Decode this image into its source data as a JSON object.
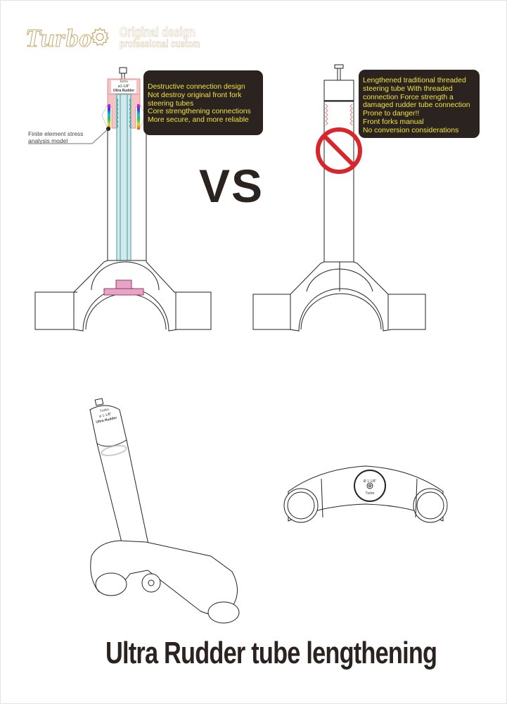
{
  "brand": {
    "logo_text": "Turbo",
    "tagline_line1": "Original design",
    "tagline_line2": "professional custom",
    "accent_color": "#c9a86a"
  },
  "left_diagram": {
    "callout": {
      "lines": [
        "Destructive connection design",
        "Not destroy original front fork",
        "steering tubes",
        "Core strengthening connections",
        "More secure, and more reliable"
      ],
      "background": "#2a2320",
      "text_color": "#f1e23c"
    },
    "annotation": {
      "line1": "Finite element stress",
      "line2": "analysis model"
    },
    "cap_label": {
      "brand": "Turbo",
      "size": "ø1-1/8\"",
      "name": "Ultra Rudder"
    }
  },
  "comparison": {
    "vs_label": "VS"
  },
  "right_diagram": {
    "callout": {
      "lines": [
        "Lengthened traditional threaded",
        "steering tube With threaded",
        "connection Force strength a",
        "damaged rudder tube connection",
        "Prone to danger!!",
        "Front forks manual",
        "No conversion considerations"
      ],
      "background": "#2a2320",
      "text_color": "#f1e23c"
    },
    "prohibited_icon_color": "#d8262c"
  },
  "views": {
    "perspective": {
      "cap_brand": "Turbo",
      "cap_size": "ø 1-1/8\"",
      "cap_name": "Ultra Rudder"
    },
    "bottom": {
      "size_label": "Ø 1-1/8\"",
      "brand_label": "Turbo"
    }
  },
  "footer": {
    "title": "Ultra Rudder tube lengthening"
  }
}
